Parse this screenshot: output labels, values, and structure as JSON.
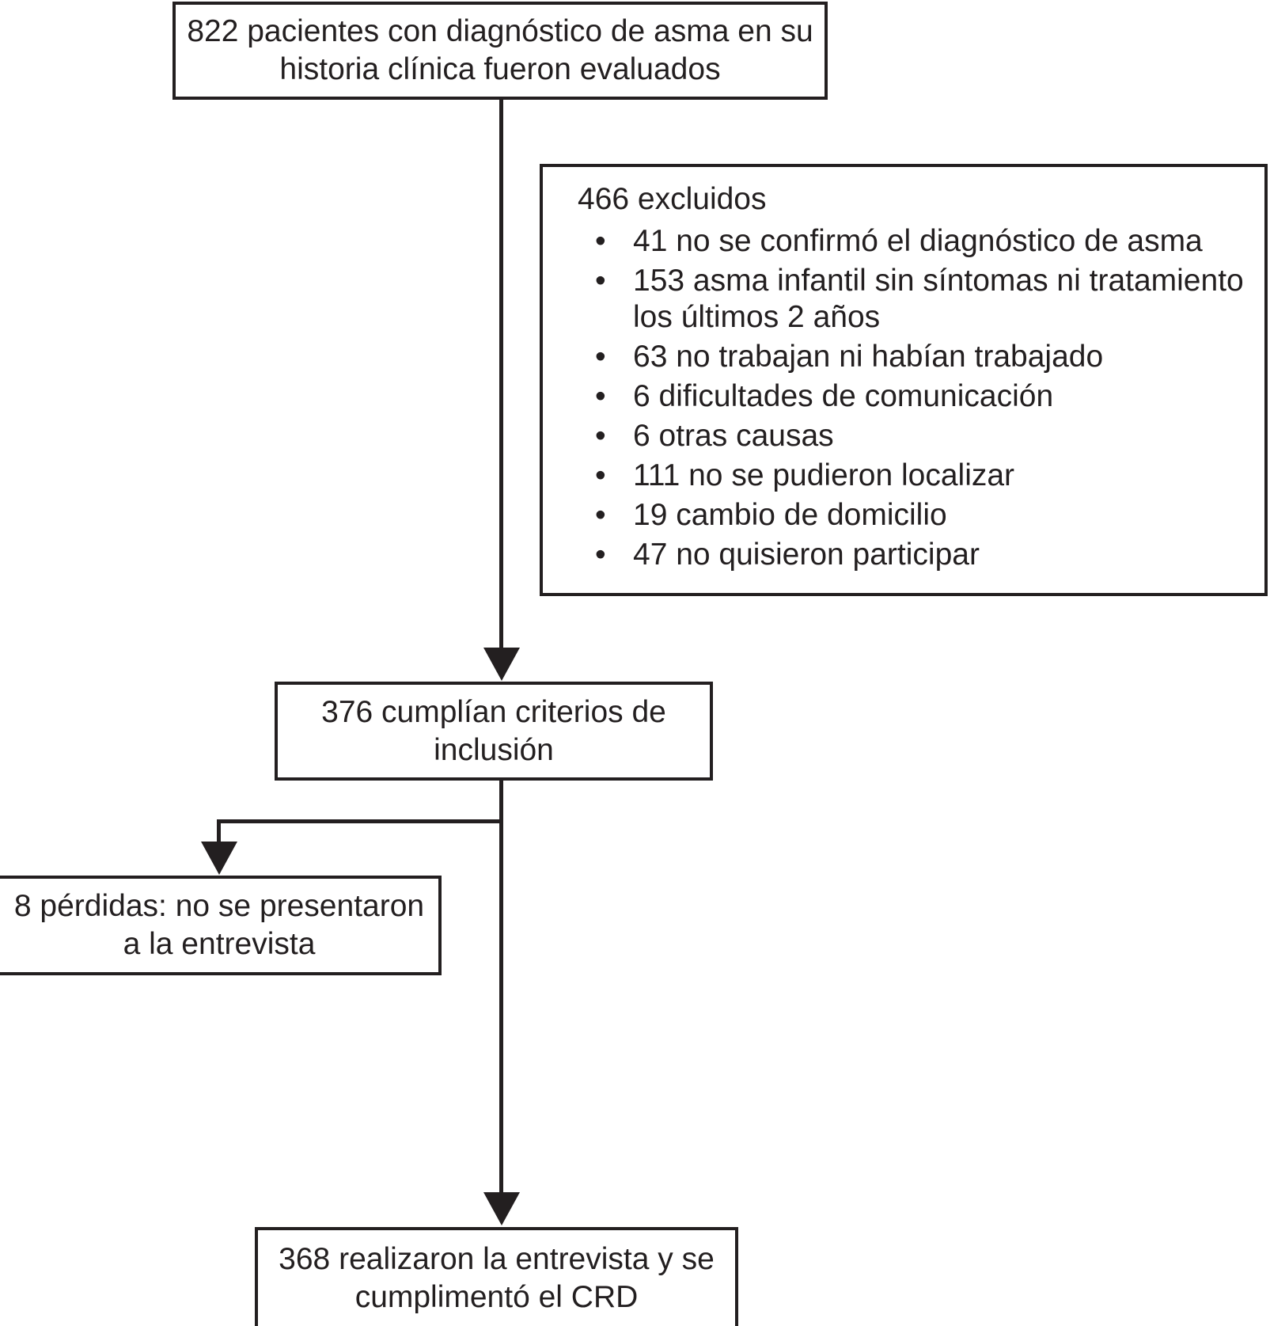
{
  "figure": {
    "type": "flowchart",
    "kind": "patient-selection-flow-diagram",
    "language": "es"
  },
  "nodes": {
    "screened": {
      "label_line1": "822 pacientes con diagnóstico de asma en su",
      "label_line2": "historia clínica fueron evaluados",
      "count": 822
    },
    "excluded": {
      "title": "466 excluidos",
      "count": 466,
      "reasons": [
        {
          "bullet": "•",
          "text": "41 no se confirmó el diagnóstico de asma",
          "count": 41
        },
        {
          "bullet": "•",
          "text": "153 asma infantil sin síntomas ni tratamiento los últimos 2 años",
          "count": 153
        },
        {
          "bullet": "•",
          "text": "63 no trabajan ni habían trabajado",
          "count": 63
        },
        {
          "bullet": "•",
          "text": "6 dificultades de comunicación",
          "count": 6
        },
        {
          "bullet": "•",
          "text": "6 otras causas",
          "count": 6
        },
        {
          "bullet": "•",
          "text": "111 no se pudieron localizar",
          "count": 111
        },
        {
          "bullet": "•",
          "text": "19 cambio de domicilio",
          "count": 19
        },
        {
          "bullet": "•",
          "text": "47 no quisieron participar",
          "count": 47
        }
      ]
    },
    "included": {
      "label_line1": "376 cumplían criterios de",
      "label_line2": "inclusión",
      "count": 376
    },
    "losses": {
      "label_line1": "8 pérdidas: no se presentaron",
      "label_line2": "a la entrevista",
      "count": 8
    },
    "interviewed": {
      "label_line1": "368 realizaron la entrevista y se",
      "label_line2": "cumplimentó el CRD",
      "count": 368
    }
  },
  "colors": {
    "stroke": "#231f20",
    "background": "#ffffff",
    "text": "#231f20"
  }
}
